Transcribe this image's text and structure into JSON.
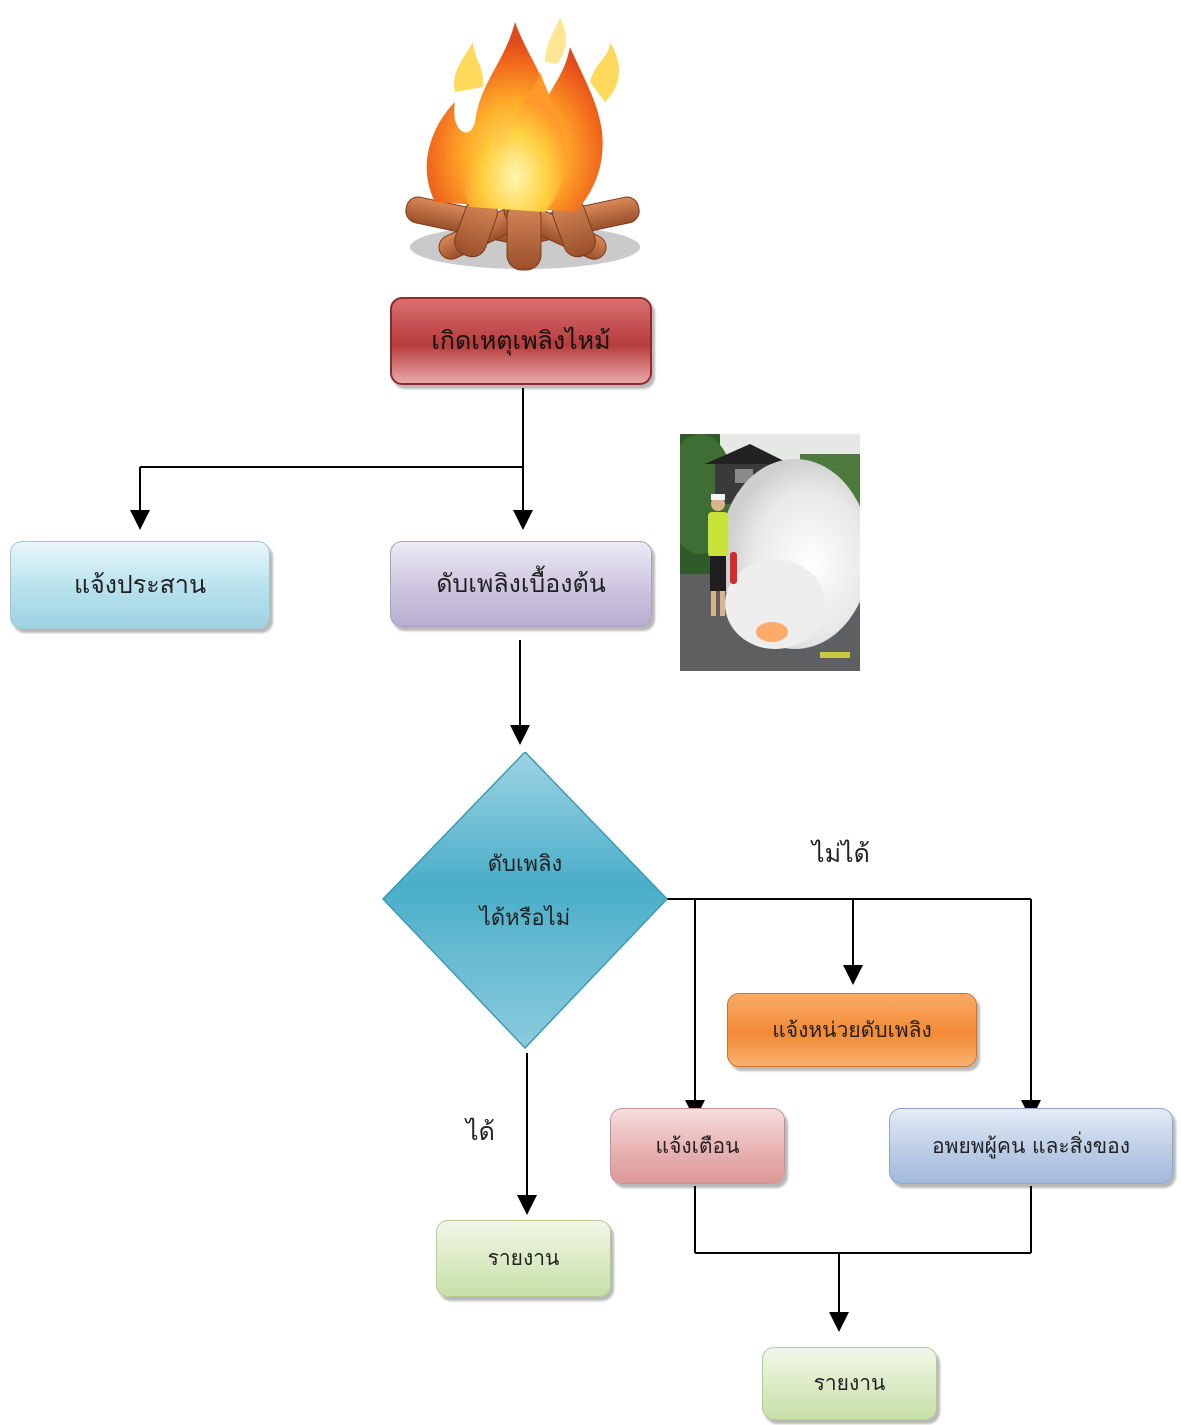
{
  "nodes": {
    "fire_event": "เกิดเหตุเพลิงไหม้",
    "coordinate": "แจ้งประสาน",
    "initial_extinguish": "ดับเพลิงเบื้องต้น",
    "decision_line1": "ดับเพลิง",
    "decision_line2": "ได้หรือไม่",
    "notify_fire_unit": "แจ้งหน่วยดับเพลิง",
    "alert": "แจ้งเตือน",
    "evacuate": "อพยพผู้คน และสิ่งของ",
    "report_left": "รายงาน",
    "report_right": "รายงาน"
  },
  "edge_labels": {
    "yes": "ได้",
    "no": "ไม่ได้"
  },
  "images": {
    "campfire": "campfire-illustration",
    "photo": "person-using-fire-extinguisher-photo"
  }
}
